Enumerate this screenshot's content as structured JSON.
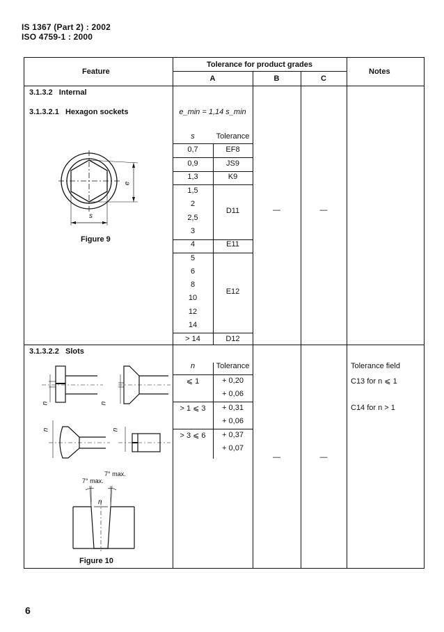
{
  "header": {
    "line1": "IS 1367 (Part 2) : 2002",
    "line2": "ISO 4759-1 : 2000"
  },
  "table": {
    "col_feature": "Feature",
    "col_tolerance": "Tolerance for product grades",
    "grade_a": "A",
    "grade_b": "B",
    "grade_c": "C",
    "col_notes": "Notes"
  },
  "section_internal": "3.1.3.2   Internal",
  "hex": {
    "heading": "3.1.3.2.1   Hexagon sockets",
    "formula": "e_min = 1,14 s_min",
    "col_s": "s",
    "col_tol": "Tolerance",
    "rows": [
      {
        "s": "0,7",
        "tol": "EF8"
      },
      {
        "s": "0,9",
        "tol": "JS9"
      },
      {
        "s": "1,3",
        "tol": "K9"
      }
    ],
    "group_d11": {
      "s": [
        "1,5",
        "2",
        "2,5",
        "3"
      ],
      "tol": "D11"
    },
    "row_e11": {
      "s": "4",
      "tol": "E11"
    },
    "group_e12": {
      "s": [
        "5",
        "6",
        "8",
        "10",
        "12",
        "14"
      ],
      "tol": "E12"
    },
    "row_d12": {
      "s": "> 14",
      "tol": "D12"
    },
    "grade_b": "—",
    "grade_c": "—",
    "figure_caption": "Figure 9",
    "fig_label_e": "e",
    "fig_label_s": "s"
  },
  "slots": {
    "heading": "3.1.3.2.2   Slots",
    "col_n": "n",
    "col_tol": "Tolerance",
    "rows": [
      {
        "n": "⩽ 1",
        "upper": "+ 0,20",
        "lower": "+ 0,06"
      },
      {
        "n": "> 1 ⩽ 3",
        "upper": "+ 0,31",
        "lower": "+ 0,06"
      },
      {
        "n": "> 3 ⩽ 6",
        "upper": "+ 0,37",
        "lower": "+ 0,07"
      }
    ],
    "grade_b": "—",
    "grade_c": "—",
    "notes": [
      "Tolerance field",
      "C13 for n ⩽ 1",
      "C14 for n > 1"
    ],
    "figure_caption": "Figure 10",
    "fig_label_n": "n",
    "fig_angle_1": "7° max.",
    "fig_angle_2": "7° max."
  },
  "page_number": "6"
}
